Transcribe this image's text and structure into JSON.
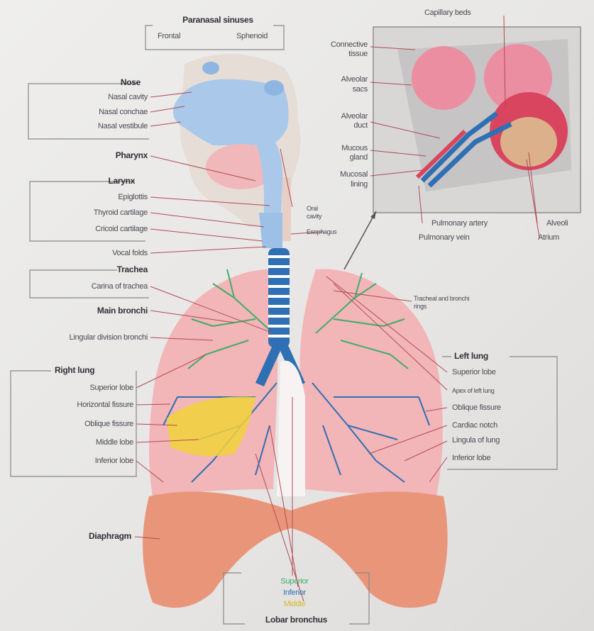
{
  "paranasal": {
    "title": "Paranasal sinuses",
    "frontal": "Frontal",
    "sphenoid": "Sphenoid"
  },
  "nose": {
    "title": "Nose",
    "items": [
      "Nasal cavity",
      "Nasal conchae",
      "Nasal vestibule"
    ]
  },
  "pharynx": "Pharynx",
  "larynx": {
    "title": "Larynx",
    "items": [
      "Epiglottis",
      "Thyroid cartilage",
      "Cricoid cartilage"
    ]
  },
  "vocal_folds": "Vocal folds",
  "trachea": {
    "title": "Trachea",
    "carina": "Carina of trachea"
  },
  "main_bronchi": "Main bronchi",
  "lingular": "Lingular division bronchi",
  "right_lung": {
    "title": "Right lung",
    "items": [
      "Superior lobe",
      "Horizontal fissure",
      "Oblique fissure",
      "Middle lobe",
      "Inferior lobe"
    ]
  },
  "diaphragm": "Diaphragm",
  "lobar": {
    "title": "Lobar bronchus",
    "superior": "Superior",
    "inferior": "Inferior",
    "middle": "Middle"
  },
  "oral_cavity": [
    "Oral",
    "cavity"
  ],
  "esophagus": "Esophagus",
  "tracheal_rings": [
    "Tracheal and bronchi",
    "rings"
  ],
  "left_lung": {
    "title": "Left lung",
    "items": [
      "Superior lobe",
      "Apex of left lung",
      "Oblique fissure",
      "Cardiac notch",
      "Lingula of lung",
      "Inferior lobe"
    ]
  },
  "inset": {
    "capillary": "Capillary beds",
    "connective": [
      "Connective",
      "tissue"
    ],
    "alv_sacs": [
      "Alveolar",
      "sacs"
    ],
    "alv_duct": [
      "Alveolar",
      "duct"
    ],
    "mucous_gland": [
      "Mucous",
      "gland"
    ],
    "mucosal_lining": [
      "Mucosal",
      "lining"
    ],
    "pulm_artery": "Pulmonary artery",
    "pulm_vein": "Pulmonary vein",
    "alveoli": "Alveoli",
    "atrium": "Atrium"
  },
  "colors": {
    "lung": "#f2b5b8",
    "bronchi_green": "#3fae6a",
    "bronchi_blue": "#2f6fb3",
    "bronchi_yellow": "#f2d23a",
    "diaphragm": "#e9957a",
    "nasal": "#a9c8ea",
    "leader": "#b04a55"
  }
}
